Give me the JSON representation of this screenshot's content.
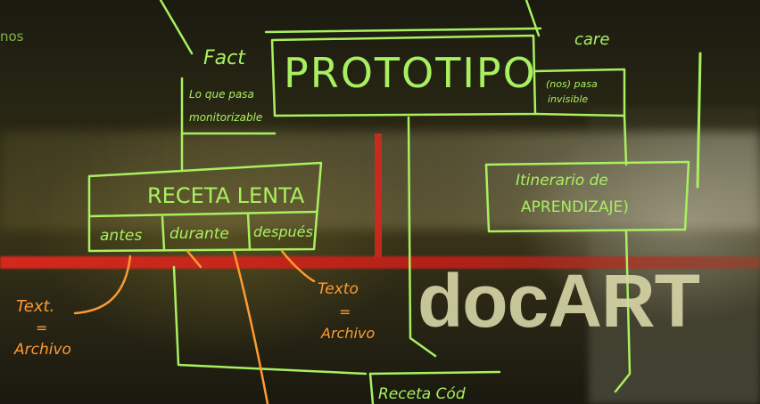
{
  "colors": {
    "chalk_green": "#a8f060",
    "chalk_orange": "#ff9a30",
    "logo_color": "#d8d6a8",
    "red_bar": "#e0281e"
  },
  "board": {
    "corner_text": "nos",
    "fact_label": "Fact",
    "care_label": "care",
    "prototype_title": "PROTOTIPO",
    "left_note": [
      "Lo que pasa",
      "monitorizable"
    ],
    "right_note": [
      "(nos) pasa",
      "invisible"
    ],
    "recipe_title": "RECETA LENTA",
    "recipe_cells": [
      "antes",
      "durante",
      "después"
    ],
    "itinerary": [
      "Itinerario de",
      "APRENDIZAJE)"
    ],
    "text_archive_left": [
      "Text.",
      "=",
      "Archivo"
    ],
    "text_archive_mid": [
      "Texto",
      "=",
      "Archivo"
    ],
    "bottom_label": "Receta Cód"
  },
  "logo": "docART"
}
